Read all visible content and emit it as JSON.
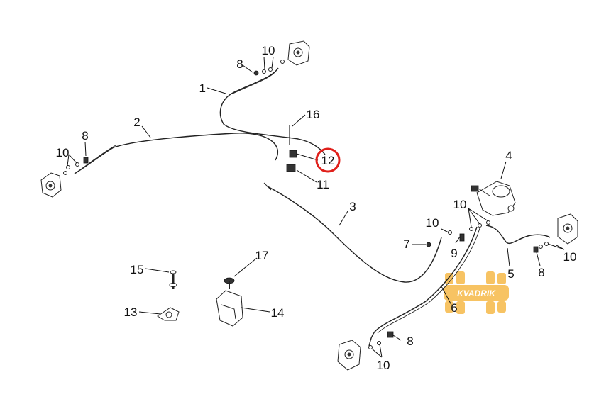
{
  "part_numbers": {
    "p1": "1",
    "p2": "2",
    "p3": "3",
    "p4": "4",
    "p5": "5",
    "p6": "6",
    "p7": "7",
    "p8": "8",
    "p9": "9",
    "p10": "10",
    "p11": "11",
    "p12": "12",
    "p13": "13",
    "p14": "14",
    "p15": "15",
    "p16": "16",
    "p17": "17"
  },
  "highlight": {
    "part": "12",
    "color": "#e0201b"
  },
  "watermark": {
    "text": "KVADRIK",
    "color": "#f0a020"
  }
}
